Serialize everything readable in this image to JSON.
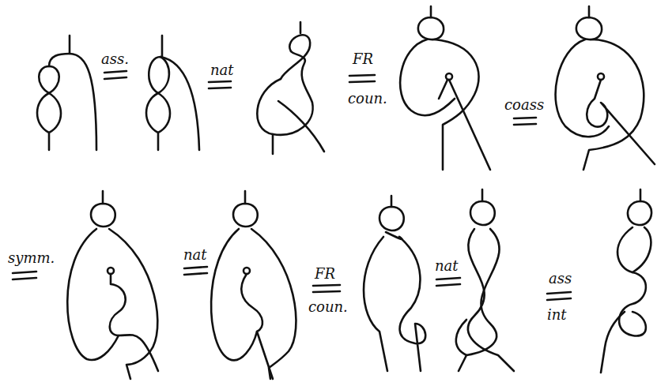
{
  "diagram": {
    "labels": [
      "ass.",
      "nat",
      "FR",
      "coun.",
      "coass",
      "symm.",
      "nat",
      "FR",
      "coun.",
      "nat",
      "ass",
      "int"
    ]
  }
}
